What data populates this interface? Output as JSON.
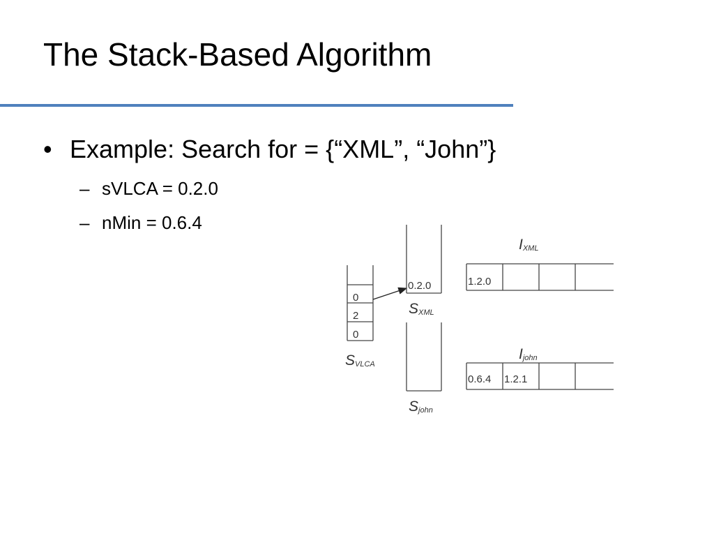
{
  "slide": {
    "title": "The Stack-Based Algorithm",
    "bullet": {
      "marker": "•",
      "text": "Example: Search for = {“XML”, “John”}",
      "sub_items": [
        {
          "marker": "–",
          "text": "sVLCA = 0.2.0"
        },
        {
          "marker": "–",
          "text": "nMin = 0.6.4"
        }
      ]
    }
  },
  "diagram": {
    "svlca_stack": {
      "cells": [
        "0",
        "2",
        "0"
      ],
      "label_main": "S",
      "label_sub": "VLCA"
    },
    "sxml_stack": {
      "top_value": "0.2.0",
      "label_main": "S",
      "label_sub": "XML"
    },
    "sjohn_stack": {
      "label_main": "S",
      "label_sub": "john"
    },
    "ixml_list": {
      "label_main": "I",
      "label_sub": "XML",
      "cells": [
        "1.2.0",
        "",
        "",
        ""
      ]
    },
    "ijohn_list": {
      "label_main": "I",
      "label_sub": "john",
      "cells": [
        "0.6.4",
        "1.2.1",
        "",
        ""
      ]
    }
  },
  "colors": {
    "title_rule": "#4f81bd",
    "text": "#000000",
    "diagram_text": "#333333"
  }
}
